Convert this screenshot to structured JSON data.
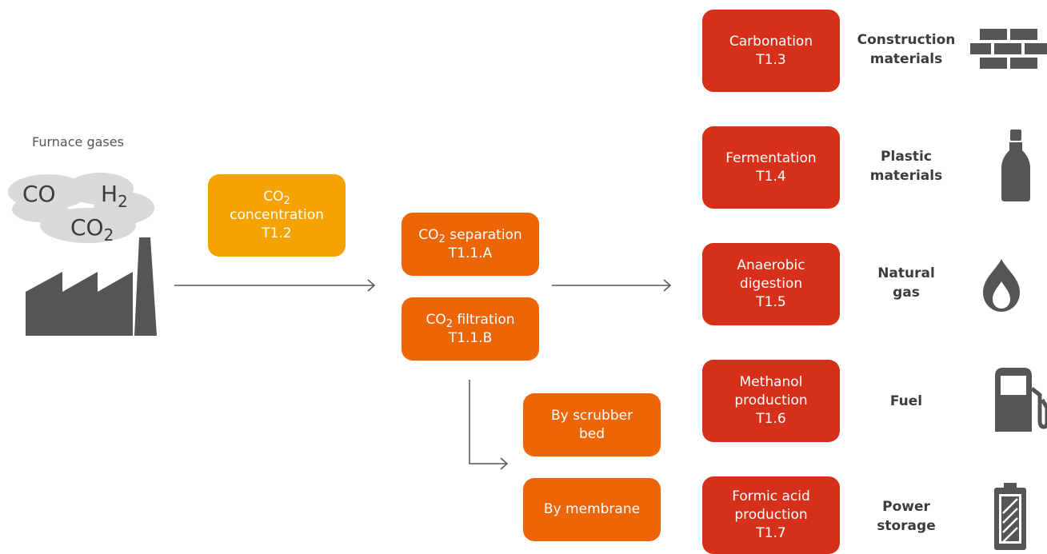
{
  "source": {
    "label": "Furnace gases",
    "gases": [
      "CO",
      "H2",
      "CO2"
    ]
  },
  "stages": {
    "concentration": {
      "line1": "CO2",
      "line2": "concentration",
      "line3": "T1.2"
    },
    "separation": {
      "line1": "CO2 separation",
      "line2": "T1.1.A"
    },
    "filtration": {
      "line1": "CO2 filtration",
      "line2": "T1.1.B"
    },
    "scrubber": {
      "line1": "By scrubber",
      "line2": "bed"
    },
    "membrane": {
      "line1": "By membrane"
    }
  },
  "processes": [
    {
      "line1": "Carbonation",
      "line2": "T1.3",
      "product1": "Construction",
      "product2": "materials",
      "icon": "brick-wall-icon"
    },
    {
      "line1": "Fermentation",
      "line2": "T1.4",
      "product1": "Plastic",
      "product2": "materials",
      "icon": "bottle-icon"
    },
    {
      "line1": "Anaerobic",
      "line2": "digestion",
      "line3": "T1.5",
      "product1": "Natural",
      "product2": "gas",
      "icon": "flame-icon"
    },
    {
      "line1": "Methanol",
      "line2": "production",
      "line3": "T1.6",
      "product1": "Fuel",
      "icon": "fuel-pump-icon"
    },
    {
      "line1": "Formic acid",
      "line2": "production",
      "line3": "T1.7",
      "product1": "Power",
      "product2": "storage",
      "icon": "battery-icon"
    }
  ],
  "colors": {
    "yellow": "#f5a300",
    "orange": "#ec6608",
    "red": "#d7301a",
    "icon": "#555555",
    "arrow": "#555555"
  }
}
